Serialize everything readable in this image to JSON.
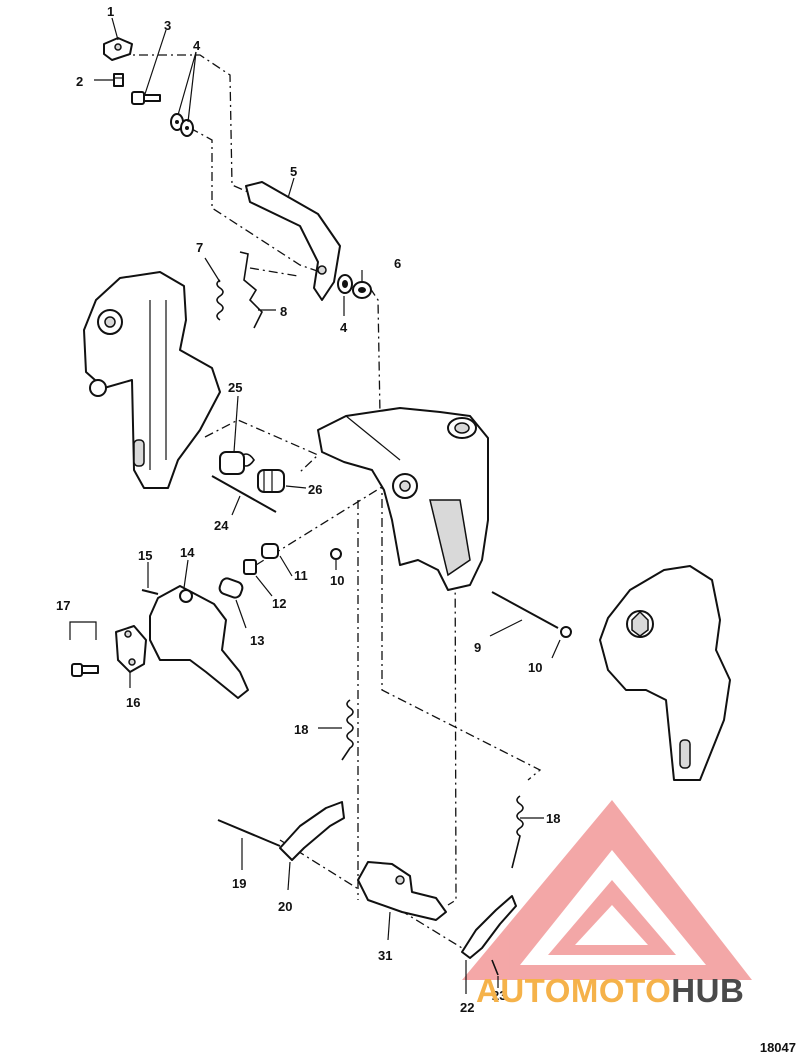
{
  "diagram": {
    "callouts": [
      "1",
      "2",
      "3",
      "4",
      "4",
      "5",
      "6",
      "7",
      "8",
      "25",
      "26",
      "24",
      "14",
      "15",
      "11",
      "10",
      "12",
      "13",
      "17",
      "16",
      "9",
      "10",
      "18",
      "18",
      "19",
      "20",
      "31",
      "22",
      "23"
    ],
    "id": "18047"
  },
  "brand": {
    "part1": "AUTO",
    "part2": "MOTO",
    "part3": "HUB",
    "colors": {
      "triangle": "#f08a8a",
      "text_light": "#f5b24a",
      "text_dark": "#4a4a4a"
    }
  }
}
